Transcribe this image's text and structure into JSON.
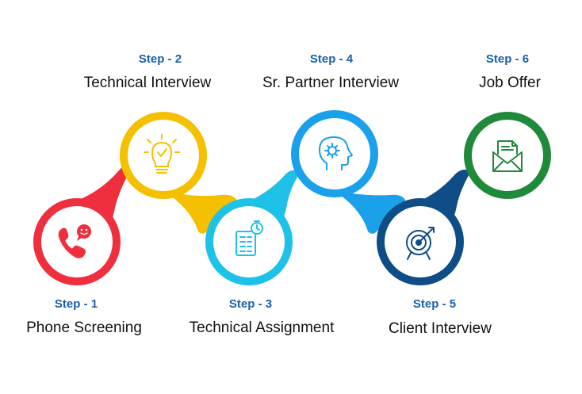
{
  "steps": [
    {
      "step_label": "Step - 1",
      "title": "Phone Screening",
      "color": "#ef2f3e",
      "icon": "phone-chat-icon"
    },
    {
      "step_label": "Step - 2",
      "title": "Technical Interview",
      "color": "#f5c000",
      "icon": "lightbulb-icon"
    },
    {
      "step_label": "Step - 3",
      "title": "Technical Assignment",
      "color": "#1ec2e8",
      "icon": "document-clock-icon"
    },
    {
      "step_label": "Step - 4",
      "title": "Sr. Partner Interview",
      "color": "#1ba0ea",
      "icon": "head-gear-icon"
    },
    {
      "step_label": "Step - 5",
      "title": "Client Interview",
      "color": "#0f4d86",
      "icon": "target-icon"
    },
    {
      "step_label": "Step - 6",
      "title": "Job Offer",
      "color": "#1e8a3a",
      "icon": "envelope-letter-icon"
    }
  ]
}
